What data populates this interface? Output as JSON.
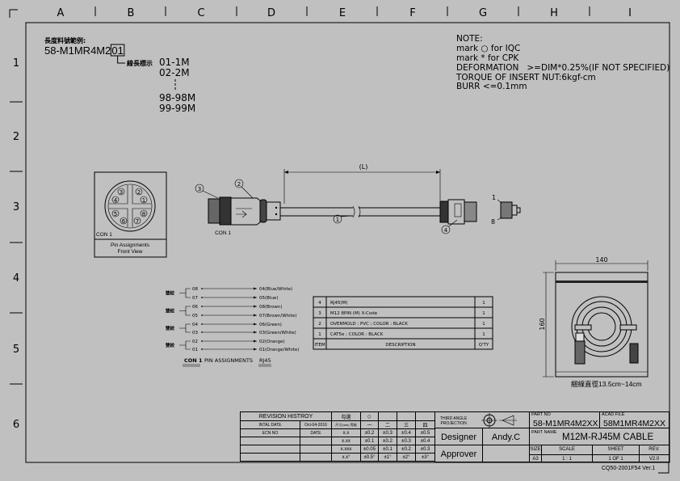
{
  "frame": {
    "columns": [
      "A",
      "B",
      "C",
      "D",
      "E",
      "F",
      "G",
      "H",
      "I"
    ],
    "rows": [
      "1",
      "2",
      "3",
      "4",
      "5",
      "6"
    ]
  },
  "part_number_example": {
    "title": "長度料號範例:",
    "code": "58-M1MR4M2",
    "code_suffix": "01",
    "length_label": "線長標示",
    "lengths": [
      "01-1M",
      "02-2M",
      "98-98M",
      "99-99M"
    ]
  },
  "notes": [
    "NOTE:",
    "mark ○ for IQC",
    "mark * for CPK",
    "DEFORMATION   >=DIM*0.25%(IF NOT SPECIFIED)",
    "TORQUE OF INSERT NUT:6kgf-cm",
    "BURR <=0.1mm"
  ],
  "front_view": {
    "pins": [
      "1",
      "2",
      "3",
      "4",
      "5",
      "6",
      "7",
      "8"
    ],
    "con_label": "CON 1",
    "caption_line1": "Pin Assignments",
    "caption_line2": "Front View"
  },
  "cable_drawing": {
    "length_label": "(L)",
    "con_label": "CON 1",
    "balloons": [
      "1",
      "2",
      "3",
      "4"
    ],
    "rj45_pin_first": "1",
    "rj45_pin_last": "8"
  },
  "wiring": {
    "pair_label": "雙絞",
    "rows": [
      {
        "con": "08",
        "rj45": "04(Blue/White)"
      },
      {
        "con": "07",
        "rj45": "05(Blue)"
      },
      {
        "con": "06",
        "rj45": "08(Brown)"
      },
      {
        "con": "05",
        "rj45": "07(Brown/White)"
      },
      {
        "con": "04",
        "rj45": "06(Green)"
      },
      {
        "con": "03",
        "rj45": "03(Green/White)"
      },
      {
        "con": "02",
        "rj45": "02(Orange)"
      },
      {
        "con": "01",
        "rj45": "01(Orange/White)"
      }
    ],
    "footer_con": "CON 1",
    "footer_title": "PIN ASSIGNMENTS",
    "footer_rj45": "RJ45"
  },
  "bom": {
    "headers": {
      "item": "ITEM",
      "description": "DESCRIPTION",
      "qty": "Q'TY"
    },
    "rows": [
      {
        "item": "4",
        "description": "RJ45(M)",
        "qty": "1"
      },
      {
        "item": "3",
        "description": "M12 8PIN (M) X-Code",
        "qty": "1"
      },
      {
        "item": "2",
        "description": "OVERMOLD : PVC ; COLOR : BLACK",
        "qty": "1"
      },
      {
        "item": "1",
        "description": "CAT5e ; COLOR : BLACK",
        "qty": "1"
      }
    ]
  },
  "package": {
    "width": "140",
    "height": "160",
    "caption": "綑線直徑13.5cm~14cm"
  },
  "title_block": {
    "revision_history": "REVISION HISTROY",
    "check_label": "勾選",
    "check_mark": "○",
    "initial_date_label": "INTAL DATE",
    "initial_date": "Oct-04-2016",
    "grade_header": "尺寸(mm) 等級",
    "grades": [
      "一",
      "二",
      "三",
      "四"
    ],
    "ecn_label": "ECN NO",
    "date_label": "DATE",
    "tolerances": [
      {
        "dim": "x.x",
        "values": [
          "±0.2",
          "±0.3",
          "±0.4",
          "±0.5"
        ]
      },
      {
        "dim": "x.xx",
        "values": [
          "±0.1",
          "±0.2",
          "±0.3",
          "±0.4"
        ]
      },
      {
        "dim": "x.xxx",
        "values": [
          "±0.05",
          "±0.1",
          "±0.2",
          "±0.3"
        ]
      },
      {
        "dim": "x.x°",
        "values": [
          "±0.5°",
          "±1°",
          "±2°",
          "±3°"
        ]
      }
    ],
    "projection_line1": "THIRD ANGLE",
    "projection_line2": "PROJECTION",
    "designer_label": "Designer",
    "designer": "Andy.C",
    "approver_label": "Approver",
    "approver": "",
    "part_no_label": "PART NO",
    "part_no": "58-M1MR4M2XX",
    "acad_file_label": "ACAD FILE",
    "acad_file": "58M1MR4M2XX",
    "part_name_label": "PART NAME",
    "part_name": "M12M-RJ45M CABLE",
    "size_label": "SIZE",
    "size": "A3",
    "scale_label": "SCALE",
    "scale": "1 : 1",
    "sheet_label": "SHEET",
    "sheet": "1 OF 1",
    "rev_label": "REV.",
    "rev": "V2.0",
    "form_code": "CQ50-2001F54  Ver.1"
  }
}
